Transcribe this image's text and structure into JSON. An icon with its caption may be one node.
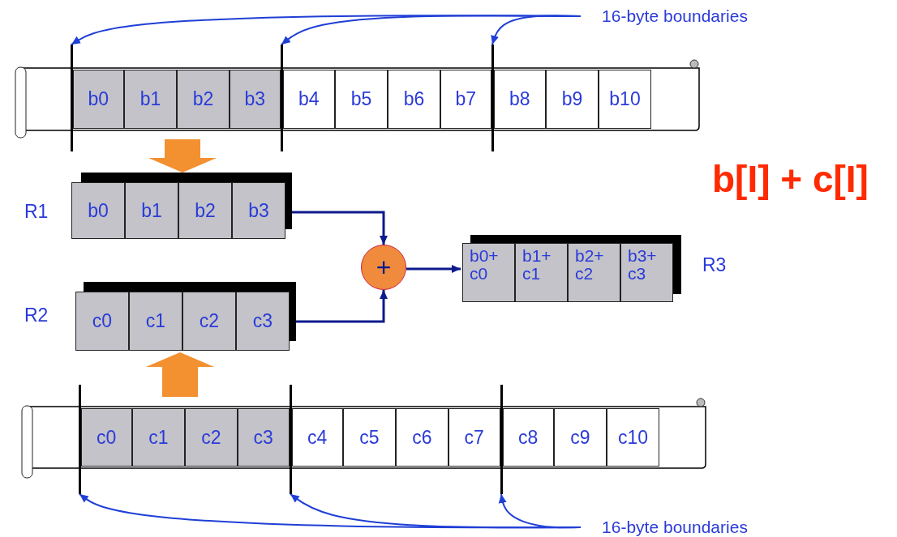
{
  "diagram": {
    "nodes": [
      {
        "text": [],
        "shape": "box"
      },
      {
        "text": [
          "b0"
        ],
        "in": 0
      },
      {
        "text": [
          "b1"
        ],
        "in": 0
      },
      {
        "text": [
          "b2"
        ],
        "in": 0
      },
      {
        "text": [
          "b3"
        ],
        "in": 0
      },
      {
        "text": [
          "b4"
        ],
        "in": 0
      },
      {
        "text": [
          "b5"
        ],
        "in": 0
      },
      {
        "text": [
          "b6"
        ],
        "in": 0
      },
      {
        "text": [
          "b7"
        ],
        "in": 0
      },
      {
        "text": [
          "b8"
        ],
        "in": 0
      },
      {
        "text": [
          "b9"
        ],
        "in": 0
      },
      {
        "text": [
          "b10"
        ],
        "in": 0
      },
      {
        "text": [],
        "shape": "box"
      },
      {
        "text": [
          "c0"
        ],
        "in": 12
      },
      {
        "text": [
          "c1"
        ],
        "in": 12
      },
      {
        "text": [
          "c2"
        ],
        "in": 12
      },
      {
        "text": [
          "c3"
        ],
        "in": 12
      },
      {
        "text": [
          "c4"
        ],
        "in": 12
      },
      {
        "text": [
          "c5"
        ],
        "in": 12
      },
      {
        "text": [
          "c6"
        ],
        "in": 12
      },
      {
        "text": [
          "c7"
        ],
        "in": 12
      },
      {
        "text": [
          "c8"
        ],
        "in": 12
      },
      {
        "text": [
          "c9"
        ],
        "in": 12
      },
      {
        "text": [
          "c10"
        ],
        "in": 12
      },
      {
        "text": [],
        "shape": "box",
        "beside": [
          "R1"
        ]
      },
      {
        "text": [
          "b0"
        ],
        "in": 24
      },
      {
        "text": [
          "b1"
        ],
        "in": 24
      },
      {
        "text": [
          "b2"
        ],
        "in": 24
      },
      {
        "text": [
          "b3"
        ],
        "in": 24
      },
      {
        "text": [],
        "shape": "box",
        "beside": [
          "R2"
        ]
      },
      {
        "text": [
          "c0"
        ],
        "in": 29
      },
      {
        "text": [
          "c1"
        ],
        "in": 29
      },
      {
        "text": [
          "c2"
        ],
        "in": 29
      },
      {
        "text": [
          "c3"
        ],
        "in": 29
      },
      {
        "text": [
          "+"
        ]
      },
      {
        "text": [],
        "shape": "box",
        "beside": [
          "R3"
        ]
      },
      {
        "text": [
          "b0+ c0"
        ],
        "in": 35
      },
      {
        "text": [
          "b1+ c1"
        ],
        "in": 35
      },
      {
        "text": [
          "b2+ c2"
        ],
        "in": 35
      },
      {
        "text": [
          "b3+ c3"
        ],
        "in": 35
      },
      {
        "text": [
          "16-byte boundaries"
        ]
      },
      {
        "text": [],
        "shape": "bar"
      },
      {
        "text": [],
        "shape": "bar"
      },
      {
        "text": [],
        "shape": "bar"
      },
      {
        "text": [
          "16-byte boundaries"
        ]
      },
      {
        "text": [],
        "shape": "bar"
      },
      {
        "text": [],
        "shape": "bar"
      },
      {
        "text": [],
        "shape": "bar"
      }
    ],
    "edges": [
      {
        "from": 0,
        "to": 24,
        "arrow": "to",
        "style": "thick",
        "color": "#f39030"
      },
      {
        "from": 24,
        "to": 34,
        "arrow": "to",
        "color": "#0d1a8c"
      },
      {
        "from": 29,
        "to": 34,
        "arrow": "to",
        "color": "#0d1a8c"
      },
      {
        "from": 34,
        "to": 35,
        "arrow": "to",
        "color": "#0d1a8c"
      },
      {
        "from": 12,
        "to": 29,
        "arrow": "to",
        "style": "thick",
        "color": "#f39030"
      },
      {
        "from": 40,
        "to": 41,
        "arrow": "to"
      },
      {
        "from": 40,
        "to": 42,
        "arrow": "to"
      },
      {
        "from": 40,
        "to": 43,
        "arrow": "to"
      },
      {
        "from": 44,
        "to": 45,
        "arrow": "to"
      },
      {
        "from": 44,
        "to": 46,
        "arrow": "to"
      },
      {
        "from": 44,
        "to": 47,
        "arrow": "to"
      }
    ],
    "labels": [
      "b[I] + c[I]"
    ]
  }
}
